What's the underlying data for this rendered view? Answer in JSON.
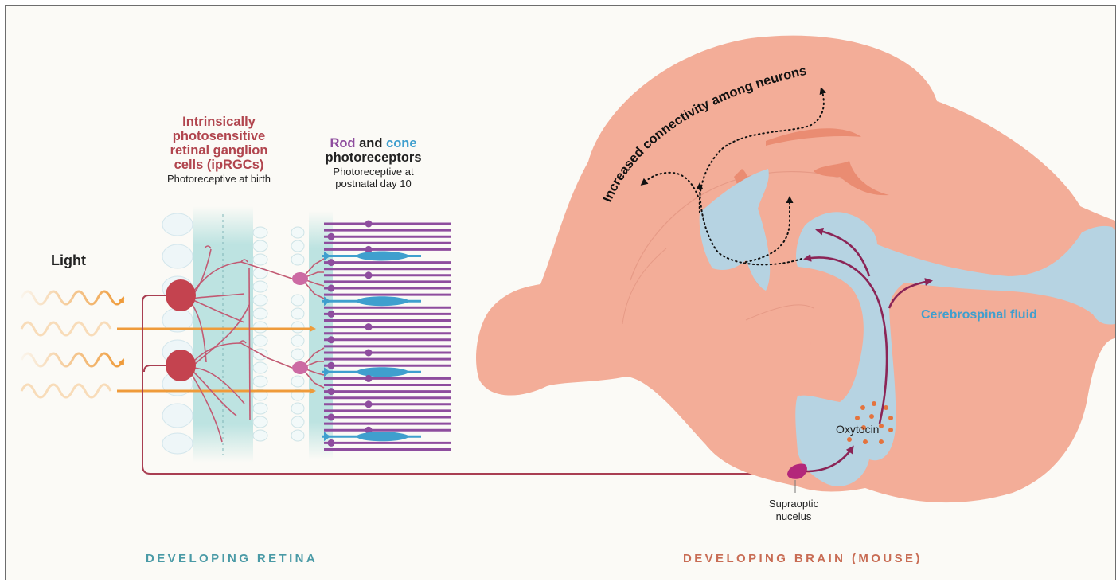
{
  "labels": {
    "light": "Light",
    "ipr_title_lines": [
      "Intrinsically",
      "photosensitive",
      "retinal ganglion",
      "cells (ipRGCs)"
    ],
    "ipr_subtitle": "Photoreceptive at birth",
    "rod": "Rod",
    "and": "and",
    "cone": "cone",
    "photoreceptors": "photoreceptors",
    "rod_subtitle_lines": [
      "Photoreceptive at",
      "postnatal day 10"
    ],
    "connectivity": "Increased connectivity among neurons",
    "csf": "Cerebrospinal fluid",
    "oxytocin": "Oxytocin",
    "son_lines": [
      "Supraoptic",
      "nucelus"
    ],
    "retina_caption": "DEVELOPING RETINA",
    "brain_caption": "DEVELOPING BRAIN (MOUSE)"
  },
  "colors": {
    "ipRGC": "#c4434f",
    "ipRGC_axon": "#a93e52",
    "rod": "#8e4d9e",
    "cone": "#3f9fce",
    "light_arrow": "#ef9b3a",
    "retina_layer": "#bde3e1",
    "brain": "#f3ad98",
    "csf": "#b6d3e2",
    "pathway": "#8b2456",
    "oxytocin_dot": "#e4733d",
    "retina_caption": "#4a9aa6",
    "brain_caption": "#c86c54"
  },
  "icons": {
    "light_waves": "wavy-light-arrows-icon",
    "connectivity_arrows": "dotted-branching-arrows-icon",
    "nucleus": "supraoptic-nucleus-shape"
  }
}
